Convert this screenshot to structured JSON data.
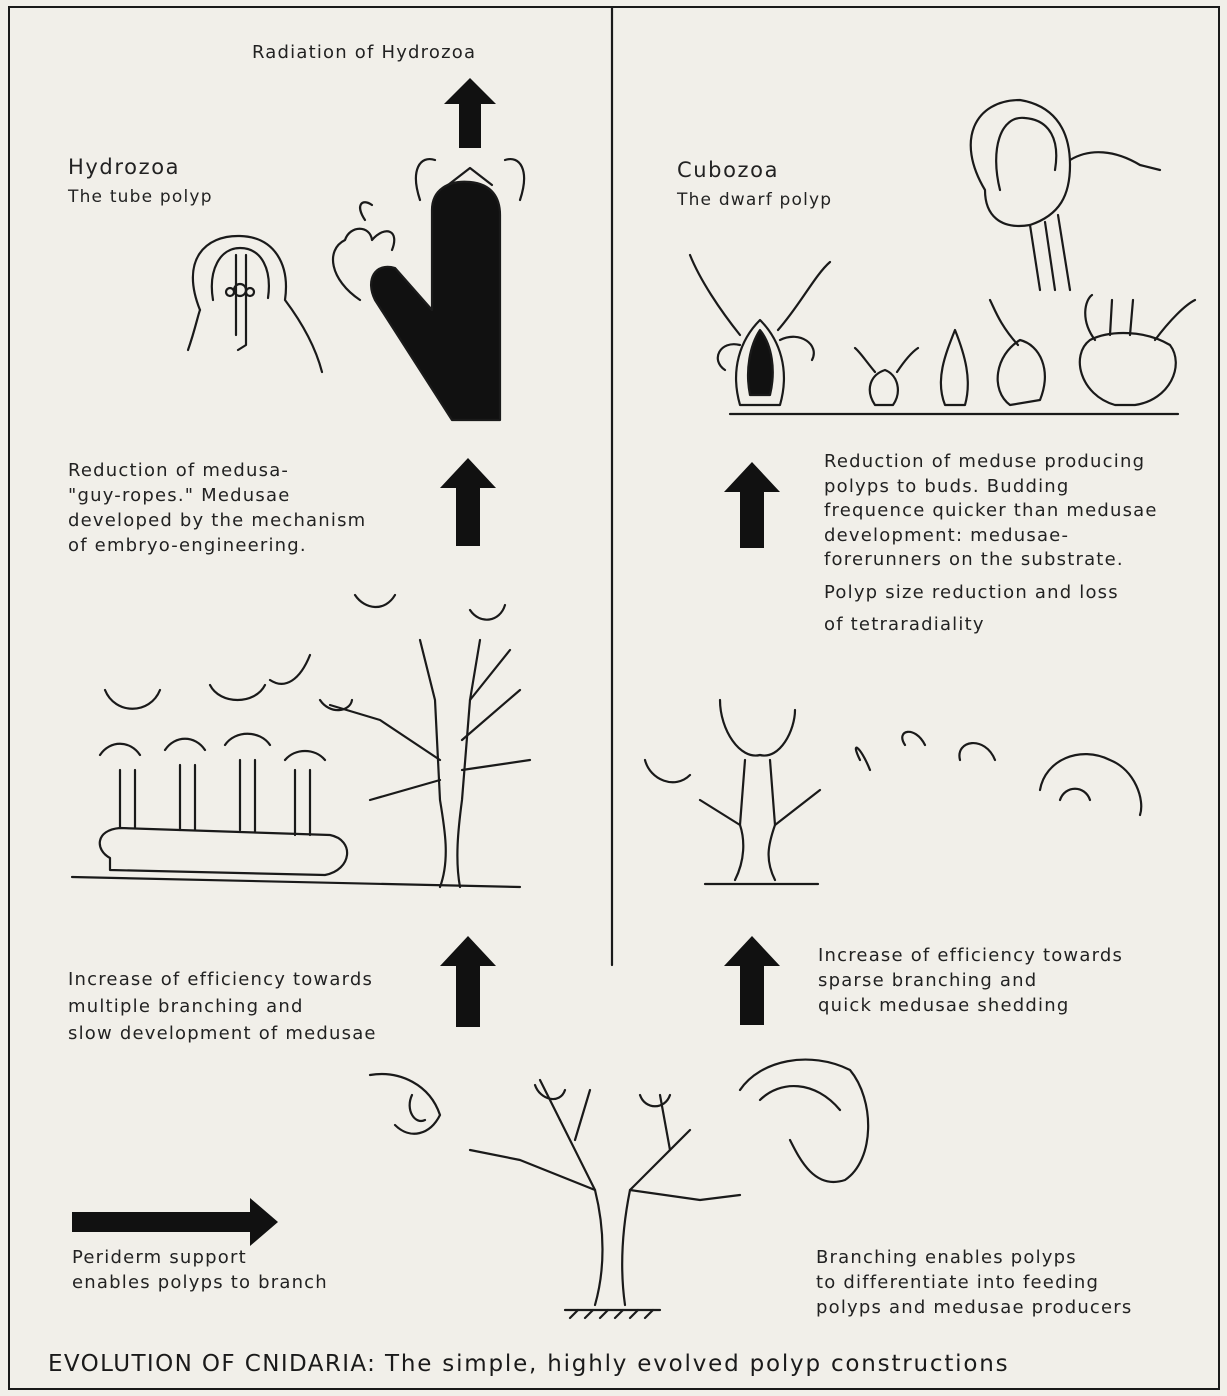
{
  "header_top": "Radiation of Hydrozoa",
  "hydrozoa": {
    "title": "Hydrozoa",
    "subtitle": "The tube polyp"
  },
  "cubozoa": {
    "title": "Cubozoa",
    "subtitle": "The dwarf polyp"
  },
  "left_mid_text": [
    "Reduction of medusa-",
    "\"guy-ropes.\" Medusae",
    "developed by the mechanism",
    "of embryo-engineering."
  ],
  "right_mid_text": [
    "Reduction of meduse producing",
    "polyps to buds. Budding",
    "frequence quicker than medusae",
    "development: medusae-",
    "forerunners on the substrate.",
    "Polyp size reduction and loss",
    "of tetraradiality"
  ],
  "left_low_text": [
    "Increase of efficiency towards",
    "multiple branching and",
    "slow development of medusae"
  ],
  "right_low_text": [
    "Increase of efficiency towards",
    "sparse branching and",
    "quick medusae shedding"
  ],
  "periderm_text": [
    "Periderm support",
    "enables polyps to branch"
  ],
  "branching_text": [
    "Branching enables polyps",
    "to differentiate into feeding",
    "polyps and medusae producers"
  ],
  "caption": {
    "lead": "EVOLUTION OF CNIDARIA:",
    "rest": "The simple, highly evolved polyp constructions"
  }
}
